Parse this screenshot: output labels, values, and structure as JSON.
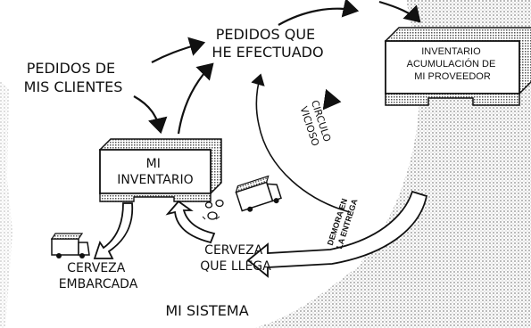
{
  "labels": {
    "pedidos_mis_clientes": [
      "PEDIDOS DE",
      "MIS CLIENTES"
    ],
    "pedidos_efectuado": [
      "PEDIDOS QUE",
      "HE EFECTUADO"
    ],
    "inventario_proveedor": [
      "INVENTARIO",
      "ACUMULACIÓN DE",
      "MI PROVEEDOR"
    ],
    "circulo_vicioso": [
      "CIRCULO",
      "VICIOSO"
    ],
    "mi_inventario": [
      "MI",
      "INVENTARIO"
    ],
    "demora": [
      "DEMORA EN",
      "LA ENTREGA"
    ],
    "cerveza_llega": [
      "CERVEZA",
      "QUE LLEGA"
    ],
    "cerveza_embarcada": [
      "CERVEZA",
      "EMBARCADA"
    ],
    "mi_sistema": "MI SISTEMA"
  },
  "colors": {
    "ink": "#111111",
    "shade": "#9a9a9a",
    "paper": "#ffffff"
  },
  "icons": [
    "delivery-truck-icon",
    "beer-truck-icon",
    "beer-cans-icon"
  ]
}
